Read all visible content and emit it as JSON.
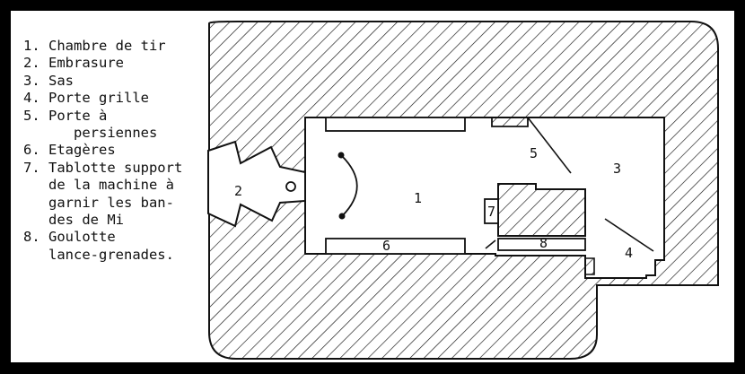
{
  "legend": [
    "1. Chambre de tir",
    "2. Embrasure",
    "3. Sas",
    "4. Porte grille",
    "5. Porte à\n      persiennes",
    "6. Etagères",
    "7. Tablotte support\n   de la machine à\n   garnir les ban-\n   des de Mi",
    "8. Goulotte\n   lance-grenades."
  ],
  "plan_labels": {
    "l1": "1",
    "l2": "2",
    "l3": "3",
    "l4": "4",
    "l5": "5",
    "l6": "6",
    "l7": "7",
    "l8": "8"
  },
  "colors": {
    "background": "#000000",
    "paper": "#ffffff",
    "ink": "#111111"
  }
}
